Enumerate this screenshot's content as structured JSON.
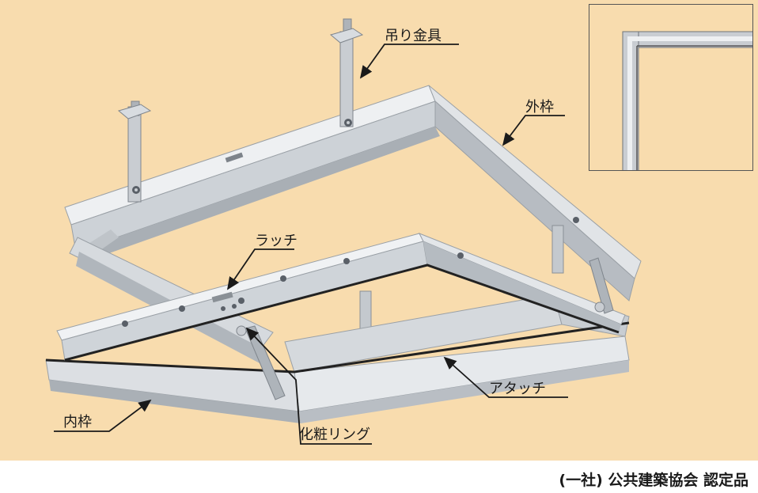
{
  "labels": {
    "hanger": "吊り金具",
    "outer_frame": "外枠",
    "latch": "ラッチ",
    "attach": "アタッチ",
    "inner_frame": "内枠",
    "trim_ring": "化粧リング"
  },
  "footer": {
    "certification": "(一社) 公共建築協会 認定品"
  },
  "colors": {
    "background": "#f8dcae",
    "frame_light": "#e4e7ea",
    "frame_mid": "#c2c7cc",
    "frame_dark": "#8d9399",
    "rubber": "#222222",
    "bolt": "#5a6068"
  }
}
